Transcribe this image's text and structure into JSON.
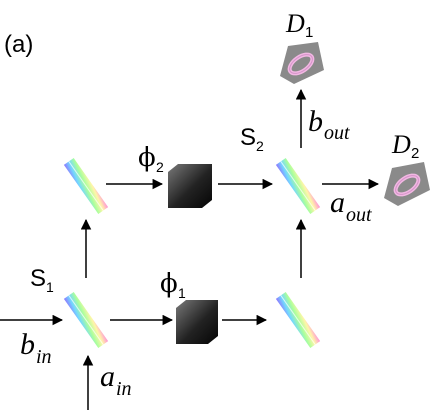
{
  "figure": {
    "panel_label": "(a)",
    "detectors": {
      "d1": {
        "main": "D",
        "sub": "1"
      },
      "d2": {
        "main": "D",
        "sub": "2"
      }
    },
    "splitters": {
      "s1": {
        "main": "S",
        "sub": "1"
      },
      "s2": {
        "main": "S",
        "sub": "2"
      }
    },
    "phase_shifters": {
      "phi1": {
        "main": "ϕ",
        "sub": "1"
      },
      "phi2": {
        "main": "ϕ",
        "sub": "2"
      }
    },
    "ports": {
      "a_in": {
        "main": "a",
        "sub": "in"
      },
      "b_in": {
        "main": "b",
        "sub": "in"
      },
      "a_out": {
        "main": "a",
        "sub": "out"
      },
      "b_out": {
        "main": "b",
        "sub": "out"
      }
    },
    "colors": {
      "detector_fill": "#8a8a8a",
      "ring": "#e9a8d8",
      "phase_shifter_dark": "#111111",
      "phase_shifter_light": "#7a7a7a",
      "arrow": "#000000"
    }
  }
}
